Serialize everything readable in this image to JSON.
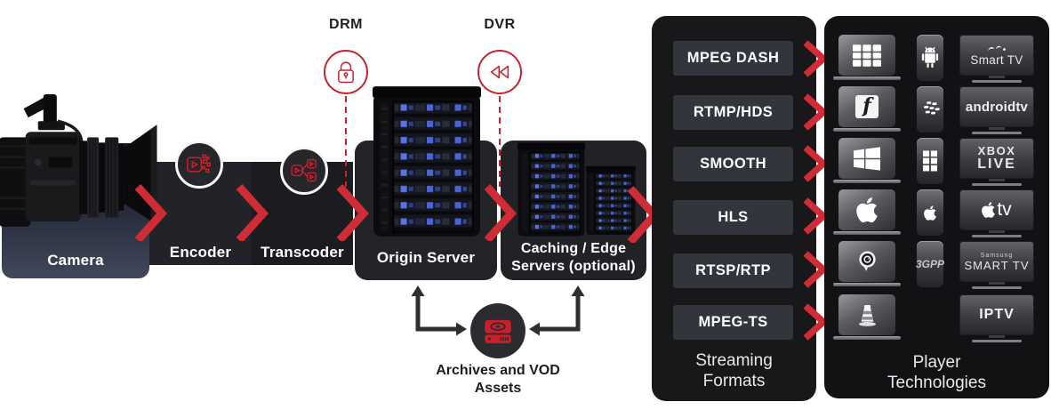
{
  "pipeline": {
    "camera": "Camera",
    "encoder": "Encoder",
    "transcoder": "Transcoder",
    "origin": "Origin Server",
    "caching_line1": "Caching / Edge",
    "caching_line2": "Servers (optional)",
    "drm": "DRM",
    "dvr": "DVR",
    "archives_line1": "Archives and VOD",
    "archives_line2": "Assets"
  },
  "streaming_formats": {
    "title": "Streaming Formats",
    "items": [
      "MPEG DASH",
      "RTMP/HDS",
      "SMOOTH",
      "HLS",
      "RTSP/RTP",
      "MPEG-TS"
    ]
  },
  "player_technologies": {
    "title": "Player Technologies",
    "tv_labels": {
      "smart_tv": "Smart TV",
      "android_tv": "androidtv",
      "xbox_line1": "XBOX",
      "xbox_line2": "LIVE",
      "apple_tv": "tv",
      "samsung_line1": "Samsung",
      "samsung_line2": "SMART TV",
      "iptv": "IPTV"
    },
    "phone_labels": {
      "gpp": "3GPP"
    },
    "laptop_labels": {
      "flash": "f"
    }
  },
  "colors": {
    "accent_red": "#d02c35",
    "icon_red": "#c8202b",
    "panel_bg": "#18181b"
  }
}
